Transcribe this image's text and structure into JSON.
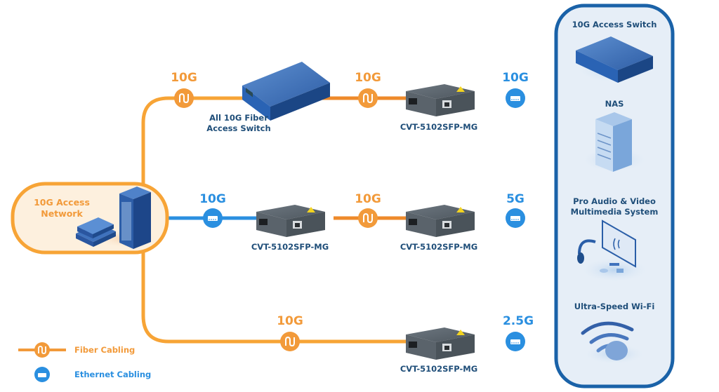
{
  "colors": {
    "fiber": "#f7a436",
    "fiber_dark": "#ee8a2a",
    "ethernet": "#2a8fe0",
    "ethernet_dark": "#1565b5",
    "panel_border": "#1a62a8",
    "panel_fill": "#e6eef7",
    "network_fill": "#fdf0de",
    "label_dark": "#1f4e79"
  },
  "source": {
    "label_line1": "10G Access",
    "label_line2": "Network"
  },
  "rows": [
    {
      "name": "top",
      "segments": [
        {
          "type": "fiber",
          "speed": "10G"
        },
        {
          "type": "fiber",
          "speed": "10G"
        },
        {
          "type": "ethernet",
          "speed": "10G"
        }
      ],
      "devices": [
        {
          "kind": "switch",
          "label_line1": "All 10G Fiber",
          "label_line2": "Access Switch"
        },
        {
          "kind": "converter",
          "label_line1": "CVT-5102SFP-MG"
        }
      ]
    },
    {
      "name": "middle",
      "segments": [
        {
          "type": "ethernet",
          "speed": "10G"
        },
        {
          "type": "fiber",
          "speed": "10G"
        },
        {
          "type": "ethernet",
          "speed": "5G"
        }
      ],
      "devices": [
        {
          "kind": "converter",
          "label_line1": "CVT-5102SFP-MG"
        },
        {
          "kind": "converter",
          "label_line1": "CVT-5102SFP-MG"
        }
      ]
    },
    {
      "name": "bottom",
      "segments": [
        {
          "type": "fiber",
          "speed": "10G"
        },
        {
          "type": "ethernet",
          "speed": "2.5G"
        }
      ],
      "devices": [
        {
          "kind": "converter",
          "label_line1": "CVT-5102SFP-MG"
        }
      ]
    }
  ],
  "endpoints": {
    "items": [
      {
        "label_line1": "10G Access Switch",
        "label_line2": "",
        "icon": "switch-icon"
      },
      {
        "label_line1": "NAS",
        "label_line2": "",
        "icon": "nas-icon"
      },
      {
        "label_line1": "Pro Audio & Video",
        "label_line2": "Multimedia System",
        "icon": "multimedia-icon"
      },
      {
        "label_line1": "Ultra-Speed Wi-Fi",
        "label_line2": "",
        "icon": "wifi-icon"
      }
    ]
  },
  "legend": {
    "fiber": "Fiber Cabling",
    "ethernet": "Ethernet Cabling"
  }
}
